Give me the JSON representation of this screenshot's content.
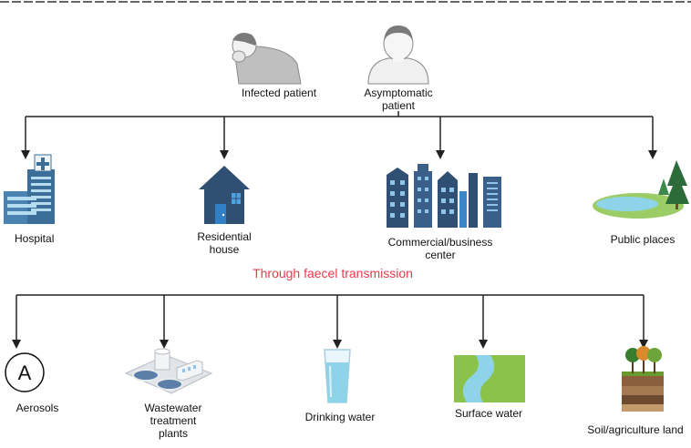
{
  "sources": [
    {
      "id": "infected",
      "label": "Infected patient",
      "icon": "coughing-person-icon"
    },
    {
      "id": "asymptomatic",
      "label": "Asymptomatic\npatient",
      "icon": "person-icon"
    }
  ],
  "places": [
    {
      "id": "hospital",
      "label": "Hospital",
      "icon": "hospital-icon"
    },
    {
      "id": "residential",
      "label": "Residential\nhouse",
      "icon": "house-icon"
    },
    {
      "id": "commercial",
      "label": "Commercial/business\ncenter",
      "icon": "city-buildings-icon"
    },
    {
      "id": "public",
      "label": "Public places",
      "icon": "park-lake-icon"
    }
  ],
  "transmission": {
    "label": "Through faecel transmission",
    "color": "#e8394a"
  },
  "destinations": [
    {
      "id": "aerosols",
      "label": "Aerosols",
      "icon": "aerosol-icon",
      "glyph": "A"
    },
    {
      "id": "wastewater",
      "label": "Wastewater\ntreatment\nplants",
      "icon": "treatment-plant-icon"
    },
    {
      "id": "drinking",
      "label": "Drinking water",
      "icon": "water-glass-icon"
    },
    {
      "id": "surface",
      "label": "Surface water",
      "icon": "river-icon"
    },
    {
      "id": "soil",
      "label": "Soil/agriculture land",
      "icon": "soil-trees-icon"
    }
  ],
  "colors": {
    "building": "#2f4f73",
    "line": "#222222",
    "water": "#8fd3e8",
    "grass": "#9ccc65"
  }
}
